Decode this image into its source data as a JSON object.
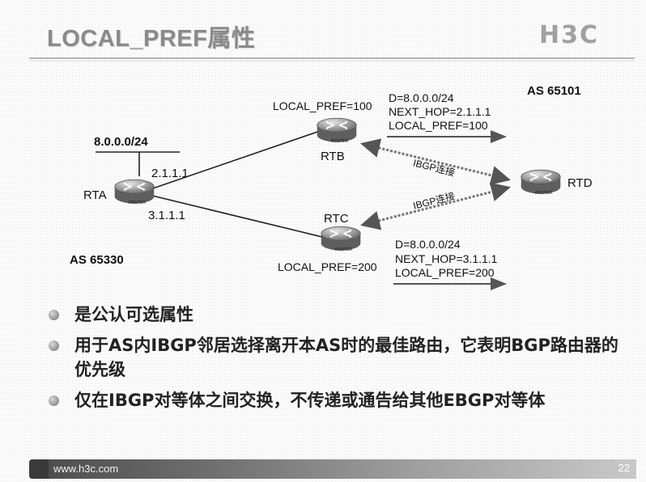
{
  "title": "LOCAL_PREF属性",
  "logo": "H3C",
  "diagram": {
    "prefix_label": "8.0.0.0/24",
    "routers": {
      "rta": {
        "name": "RTA",
        "ip_top": "2.1.1.1",
        "ip_bottom": "3.1.1.1"
      },
      "rtb": {
        "name": "RTB",
        "local_pref": "LOCAL_PREF=100"
      },
      "rtc": {
        "name": "RTC",
        "local_pref": "LOCAL_PREF=200"
      },
      "rtd": {
        "name": "RTD"
      }
    },
    "router_caption": "ROUTER",
    "as_left": "AS 65330",
    "as_right": "AS 65101",
    "ibgp_label_top": "IBGP连接",
    "ibgp_label_bottom": "IBGP连接",
    "update_top": [
      "D=8.0.0.0/24",
      "NEXT_HOP=2.1.1.1",
      "LOCAL_PREF=100"
    ],
    "update_bottom": [
      "D=8.0.0.0/24",
      "NEXT_HOP=3.1.1.1",
      "LOCAL_PREF=200"
    ]
  },
  "bullets": [
    "是公认可选属性",
    "用于AS内IBGP邻居选择离开本AS时的最佳路由，它表明BGP路由器的优先级",
    "仅在IBGP对等体之间交换，不传递或通告给其他EBGP对等体"
  ],
  "footer": {
    "url": "www.h3c.com",
    "page": "22"
  },
  "colors": {
    "title": "#8a8a8a",
    "router": "#8c8c8c",
    "link": "#222222",
    "ibgp": "#777777"
  }
}
